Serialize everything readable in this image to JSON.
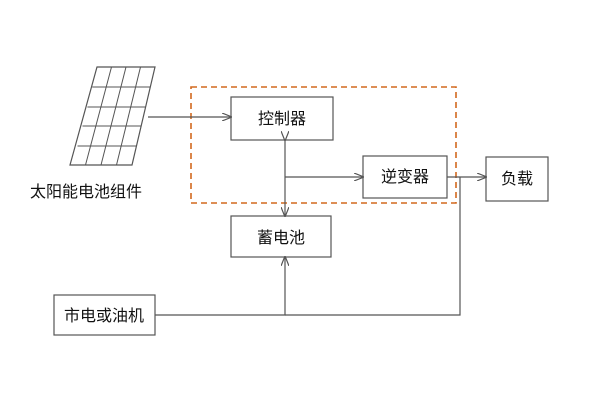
{
  "diagram": {
    "solar_module_label": "太阳能电池组件",
    "controller_label": "控制器",
    "inverter_label": "逆变器",
    "load_label": "负载",
    "battery_label": "蓄电池",
    "grid_generator_label": "市电或油机"
  },
  "colors": {
    "line": "#555555",
    "box_border": "#555555",
    "dashed_border": "#d2691e",
    "text": "#111111",
    "background": "#ffffff"
  }
}
